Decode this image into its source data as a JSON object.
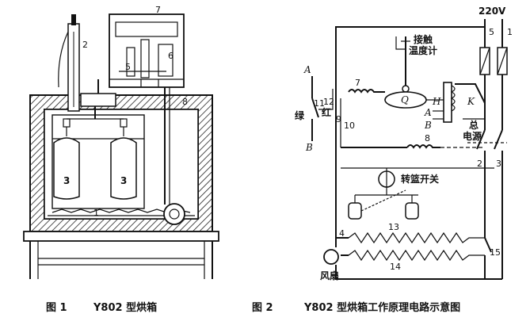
{
  "fig1": {
    "numbers": {
      "n1": "1",
      "n2": "2",
      "n3a": "3",
      "n3b": "3",
      "n5": "5",
      "n6": "6",
      "n7": "7",
      "n8": "8"
    },
    "caption_num": "图 1",
    "caption_text": "Y802 型烘箱"
  },
  "fig2": {
    "supply_voltage": "220V",
    "terminals": {
      "t1": "1",
      "t2": "2",
      "t3": "3",
      "t4": "4",
      "t5": "5",
      "t7": "7",
      "t8": "8",
      "t9": "9",
      "t10": "10",
      "t11": "11",
      "t12": "12",
      "t13": "13",
      "t14": "14",
      "t15": "15"
    },
    "letters": {
      "A_left": "A",
      "B_left": "B",
      "A_right": "A",
      "B_right": "B",
      "Q": "Q",
      "H": "H",
      "K": "K"
    },
    "labels": {
      "thermo_line1": "接触",
      "thermo_line2": "温度计",
      "green": "绿",
      "red": "红",
      "power_line1": "总",
      "power_line2": "电源",
      "basket_switch": "转篮开关",
      "fan": "风扇"
    },
    "caption_num": "图 2",
    "caption_text": "Y802 型烘箱工作原理电路示意图"
  }
}
